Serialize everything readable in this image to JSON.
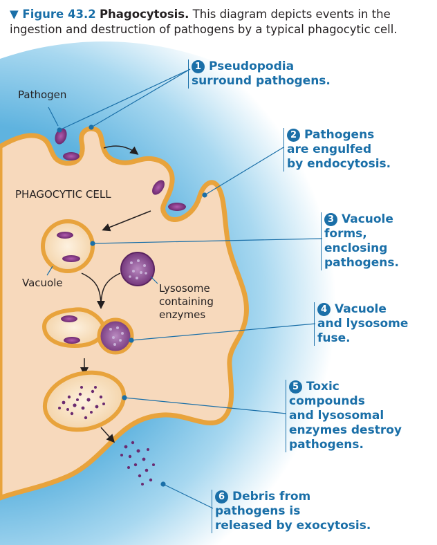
{
  "caption": {
    "figure_number": "▼ Figure 43.2",
    "figure_title": "Phagocytosis.",
    "text": "This diagram depicts events in the ingestion and destruction of pathogens by a typical phagocytic cell."
  },
  "labels": {
    "pathogen": "Pathogen",
    "cell": "PHAGOCYTIC CELL",
    "vacuole": "Vacuole",
    "lysosome_line1": "Lysosome",
    "lysosome_line2": "containing",
    "lysosome_line3": "enzymes"
  },
  "steps": [
    {
      "number": "1",
      "lines": [
        "Pseudopodia",
        "surround pathogens."
      ]
    },
    {
      "number": "2",
      "lines": [
        "Pathogens",
        "are engulfed",
        "by endocytosis."
      ]
    },
    {
      "number": "3",
      "lines": [
        "Vacuole",
        "forms,",
        "enclosing",
        "pathogens."
      ]
    },
    {
      "number": "4",
      "lines": [
        "Vacuole",
        "and lysosome",
        "fuse."
      ]
    },
    {
      "number": "5",
      "lines": [
        "Toxic",
        "compounds",
        "and lysosomal",
        "enzymes destroy",
        "pathogens."
      ]
    },
    {
      "number": "6",
      "lines": [
        "Debris from",
        "pathogens is",
        "released by exocytosis."
      ]
    }
  ],
  "colors": {
    "callout_blue": "#1a6fa8",
    "membrane_orange": "#e8a33c",
    "cytoplasm": "#f7d9bc",
    "pathogen_purple": "#7a2d7a",
    "lysosome_purple": "#8c4a92",
    "background_blue": "#7cc3e6"
  }
}
